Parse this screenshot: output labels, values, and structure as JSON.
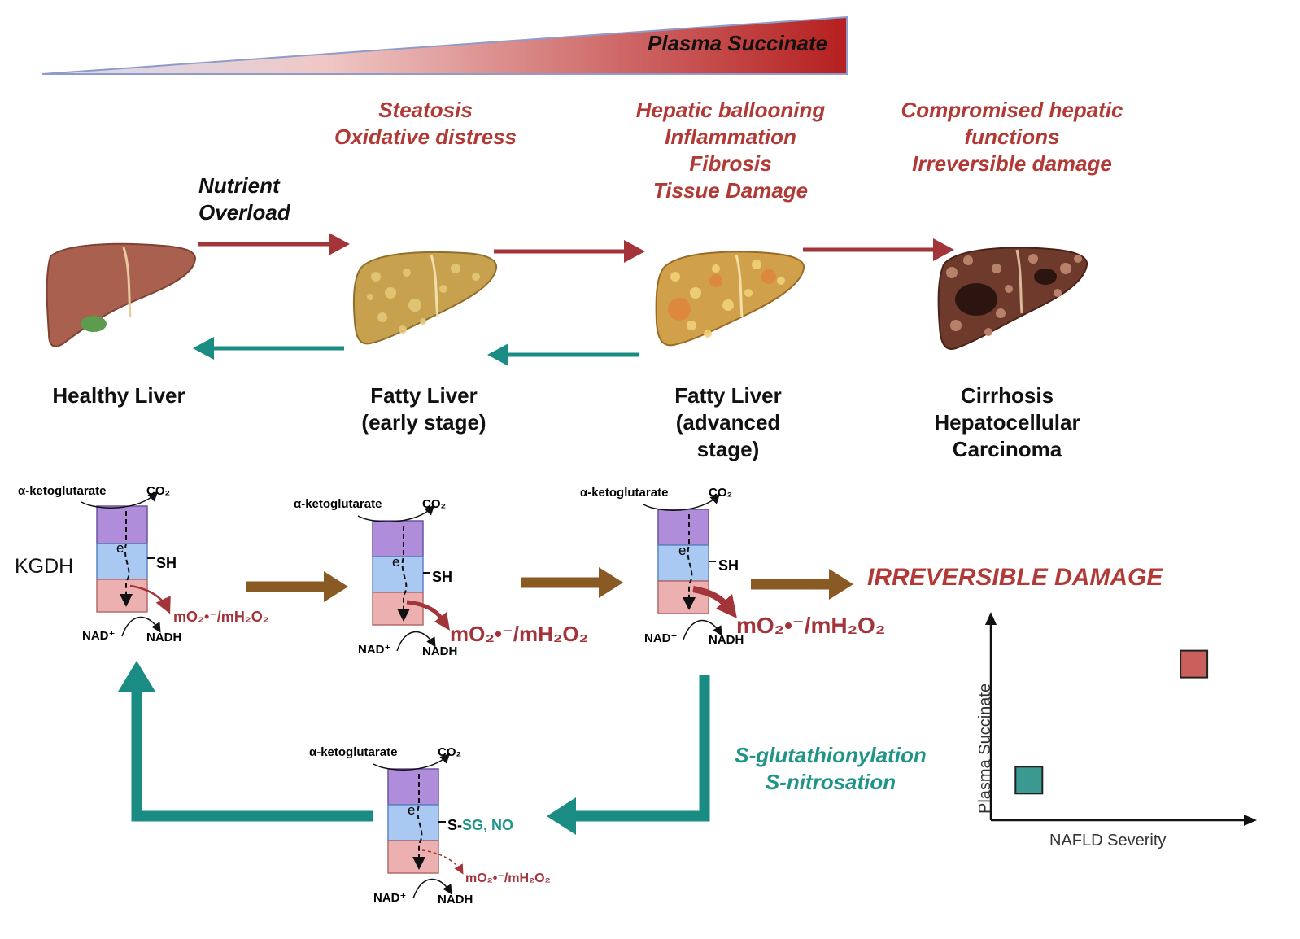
{
  "gradient": {
    "label": "Plasma Succinate",
    "start_color": "#c8d0ec",
    "end_color": "#b82020"
  },
  "symptoms": [
    {
      "text": "Steatosis\nOxidative distress"
    },
    {
      "text": "Hepatic ballooning\nInflammation\nFibrosis\nTissue Damage"
    },
    {
      "text": "Compromised hepatic\nfunctions\nIrreversible damage"
    }
  ],
  "trigger": "Nutrient\nOverload",
  "stages": [
    {
      "label": "Healthy Liver",
      "color": "#a9604e"
    },
    {
      "label": "Fatty Liver\n(early stage)",
      "color": "#c8a14f"
    },
    {
      "label": "Fatty Liver\n(advanced\nstage)",
      "color": "#d1a04a"
    },
    {
      "label": "Cirrhosis\nHepatocellular\nCarcinoma",
      "color": "#6e3a2c"
    }
  ],
  "kgdh": {
    "name": "KGDH",
    "substrate": "α-ketoglutarate",
    "co2": "CO₂",
    "electron": "e",
    "thiol": "SH",
    "thiol_prefix": "S-",
    "modifications": "SG, NO",
    "nad": "NAD⁺",
    "nadh": "NADH",
    "ros": "mO₂•⁻/mH₂O₂"
  },
  "irreversible": "IRREVERSIBLE DAMAGE",
  "modification_label": "S-glutathionylation\nS-nitrosation",
  "inset_chart": {
    "x_label": "NAFLD Severity",
    "y_label": "Plasma Succinate"
  },
  "colors": {
    "progression_arrow": "#a2343a",
    "reversal_arrow": "#1a8c84",
    "kgdh_arrow": "#8a5a25",
    "subunit_top": "#b08ddb",
    "subunit_mid": "#a9c9f2",
    "subunit_bottom": "#ecb0b0",
    "ros": "#a2343a"
  },
  "chart_data": {
    "type": "scatter",
    "xlabel": "NAFLD Severity",
    "ylabel": "Plasma Succinate",
    "series": [
      {
        "values": [
          [
            0.15,
            0.2
          ]
        ],
        "color": "#3a9a92"
      },
      {
        "values": [
          [
            0.8,
            0.78
          ]
        ],
        "color": "#c9605b"
      }
    ],
    "xlim": [
      0,
      1
    ],
    "ylim": [
      0,
      1
    ]
  }
}
